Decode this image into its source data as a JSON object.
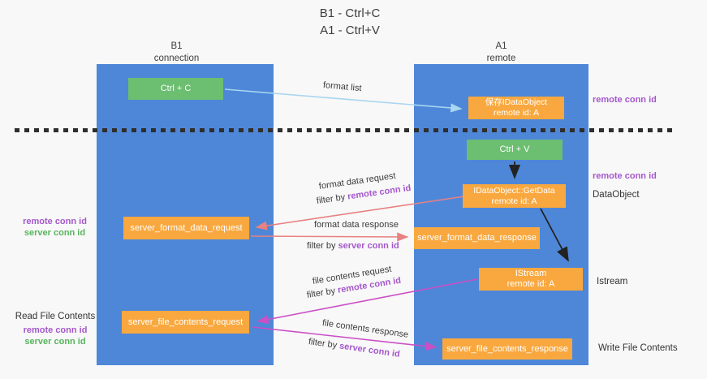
{
  "colors": {
    "blue": "#4e87d8",
    "green": "#6cbe70",
    "orange": "#f9a83f",
    "salmon": "#e88181",
    "magenta": "#cb4fc5",
    "lightblue": "#a9d6f0",
    "purple": "#a558cb",
    "greentxt": "#56b45c",
    "ink": "#3c3c3c",
    "bg": "#f8f8f8",
    "dash": "#2e2e2e"
  },
  "title": {
    "line1": "B1 - Ctrl+C",
    "line2": "A1 - Ctrl+V"
  },
  "left_column": {
    "header1": "B1",
    "header2": "connection"
  },
  "right_column": {
    "header1": "A1",
    "header2": "remote"
  },
  "boxes": {
    "ctrl_c": "Ctrl + C",
    "ctrl_v": "Ctrl + V",
    "save_idataobject": {
      "l1": "保存IDataObject",
      "l2": "remote id: A"
    },
    "getdata": {
      "l1": "IDataObject::GetData",
      "l2": "remote id: A"
    },
    "istream": {
      "l1": "IStream",
      "l2": "remote id: A"
    },
    "format_request": "server_format_data_request",
    "format_response": "server_format_data_response",
    "file_request": "server_file_contents_request",
    "file_response": "server_file_contents_response"
  },
  "labels": {
    "format_list": "format list",
    "format_data_request": "format data request",
    "format_data_response": "format data response",
    "file_contents_request": "file contents request",
    "file_contents_response": "file contents response",
    "filter_by": "filter by",
    "remote_conn_id": "remote conn id",
    "server_conn_id": "server conn id",
    "dataobject": "DataObject",
    "istream_side": "Istream",
    "read_file_contents": "Read File Contents",
    "write_file_contents": "Write File Contents"
  }
}
